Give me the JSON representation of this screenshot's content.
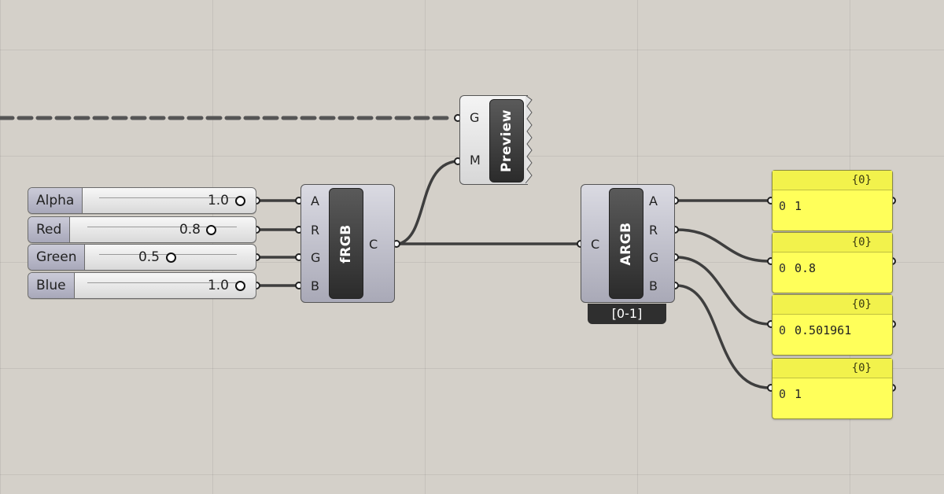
{
  "sliders": [
    {
      "label": "Alpha",
      "value": "1.0"
    },
    {
      "label": "Red",
      "value": "0.8"
    },
    {
      "label": "Green",
      "value": "0.5"
    },
    {
      "label": "Blue",
      "value": "1.0"
    }
  ],
  "frgb": {
    "title": "fRGB",
    "inputs": [
      "A",
      "R",
      "G",
      "B"
    ],
    "output": "C"
  },
  "preview": {
    "title": "Preview",
    "inputs": [
      "G",
      "M"
    ]
  },
  "argb": {
    "title": "ARGB",
    "input": "C",
    "outputs": [
      "A",
      "R",
      "G",
      "B"
    ],
    "range": "[0-1]"
  },
  "panels": [
    {
      "header": "{0}",
      "index": "0",
      "value": "1"
    },
    {
      "header": "{0}",
      "index": "0",
      "value": "0.8"
    },
    {
      "header": "{0}",
      "index": "0",
      "value": "0.501961"
    },
    {
      "header": "{0}",
      "index": "0",
      "value": "1"
    }
  ],
  "colors": {
    "canvas": "#d4d0c9",
    "panel": "#ffff5a",
    "wire": "#3e3e3e"
  }
}
